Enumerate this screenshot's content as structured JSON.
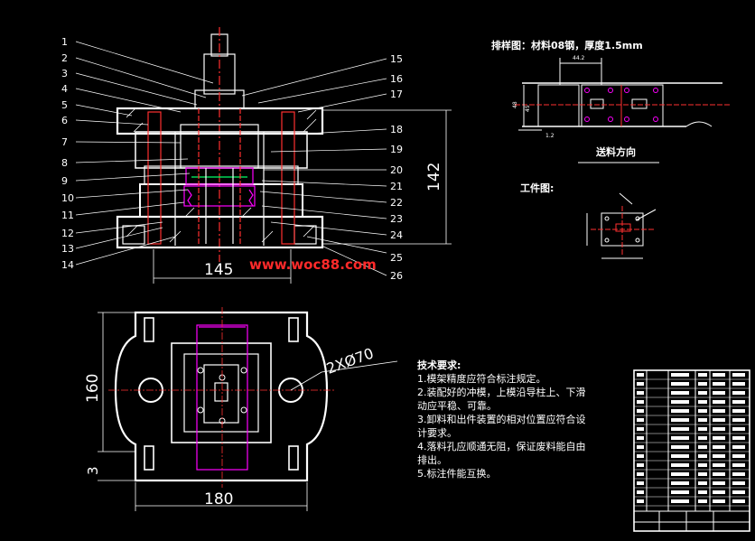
{
  "part_numbers_left": [
    "1",
    "2",
    "3",
    "4",
    "5",
    "6",
    "7",
    "8",
    "9",
    "10",
    "11",
    "12",
    "13",
    "14"
  ],
  "part_numbers_right": [
    "15",
    "16",
    "17",
    "18",
    "19",
    "20",
    "21",
    "22",
    "23",
    "24",
    "25",
    "26"
  ],
  "dimensions": {
    "front_width": "145",
    "front_height": "142",
    "top_width": "180",
    "top_height": "160",
    "top_offset": "3",
    "guide_holes": "2XØ70"
  },
  "strip_layout": {
    "title": "排样图：材料08钢，厚度1.5mm",
    "feed_direction": "送料方向",
    "dims": {
      "pitch": "44.2",
      "width": "45",
      "margin": "1.2",
      "height": "48"
    }
  },
  "workpiece": {
    "title": "工件图:"
  },
  "watermark": "www.woc88.com",
  "tech_requirements": {
    "title": "技术要求:",
    "items": [
      "1.模架精度应符合标注规定。",
      "2.装配好的冲模，上模沿导柱上、下滑",
      "动应平稳、可靠。",
      "3.卸料和出件装置的相对位置应符合设",
      "计要求。",
      "4.落料孔应顺通无阻，保证废料能自由",
      "排出。",
      "5.标注件能互换。"
    ]
  },
  "colors": {
    "background": "#000000",
    "line": "#ffffff",
    "part": "#ff00ff",
    "accent": "#ff3030",
    "green": "#00ff66"
  }
}
